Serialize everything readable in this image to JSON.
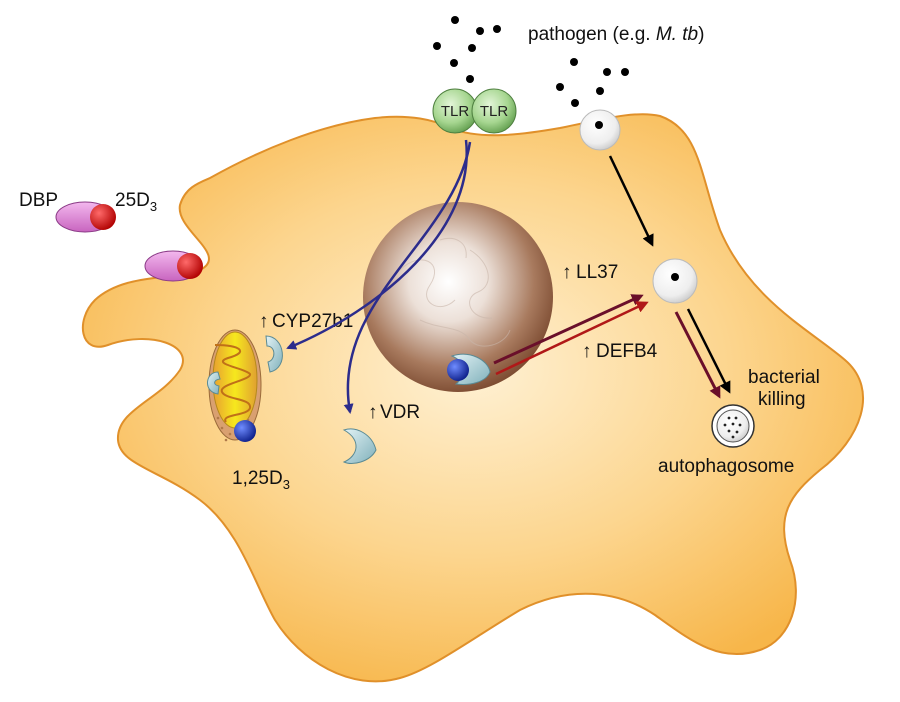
{
  "labels": {
    "pathogen_prefix": "pathogen (e.g. ",
    "pathogen_species": "M. tb",
    "pathogen_suffix": ")",
    "tlr": "TLR",
    "dbp": "DBP",
    "d25_prefix": "25D",
    "d25_sub": "3",
    "cyp": "CYP27b1",
    "vdr": "VDR",
    "d125_prefix": "1,25D",
    "d125_sub": "3",
    "ll37": "LL37",
    "defb4": "DEFB4",
    "bacterial": "bacterial",
    "killing": "killing",
    "autophagosome": "autophagosome"
  },
  "colors": {
    "cell": "#fbc05e",
    "cell_edge": "#e0902a",
    "nucleus": "#8a5a40",
    "tlr_fill": "#9fd08a",
    "dbp_fill": "#e28ad8",
    "vitamin_red": "#d81010",
    "vitamin_blue": "#1c3ec8",
    "vdr_fill": "#aacfd6",
    "arrow_blue": "#2c2c8c",
    "arrow_dark_red": "#6a0f2a",
    "arrow_red": "#b01818",
    "mito_fill": "#e6d61a"
  }
}
